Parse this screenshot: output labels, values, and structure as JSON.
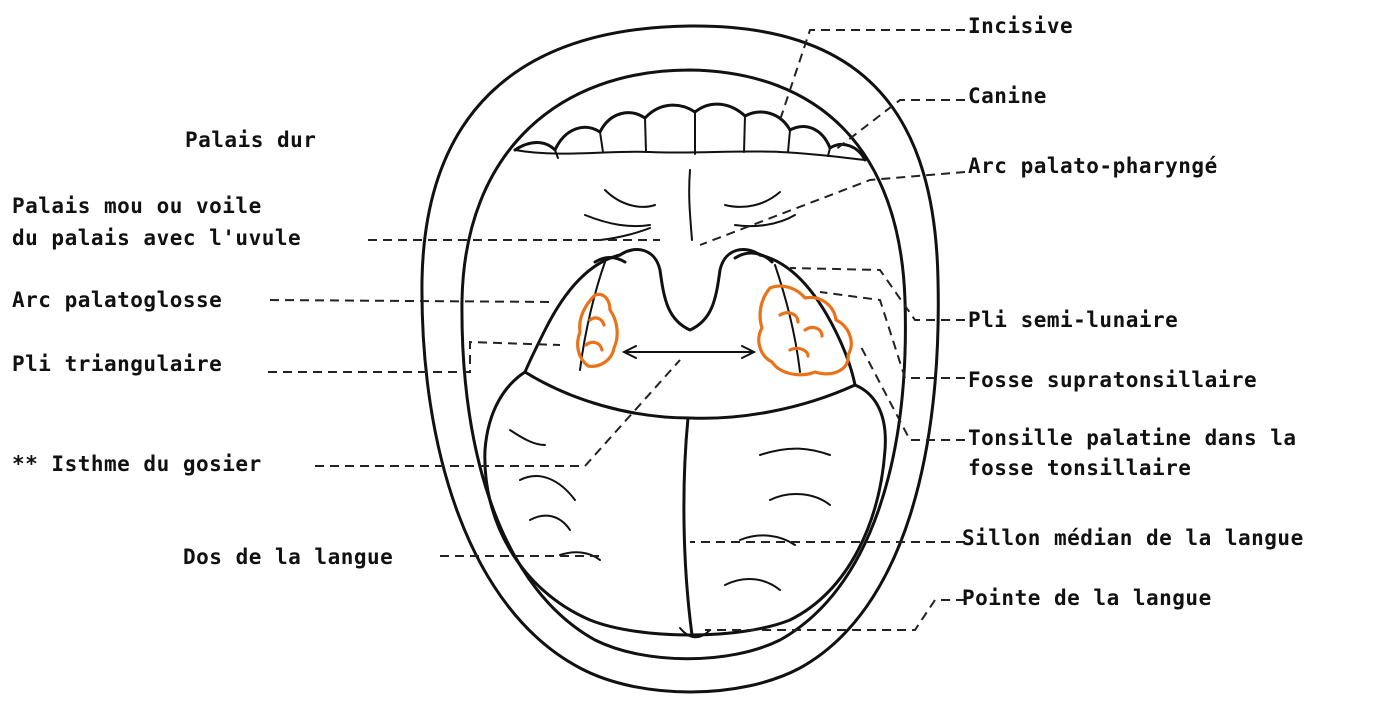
{
  "colors": {
    "ink": "#111111",
    "tonsil": "#e8731a",
    "background": "#ffffff"
  },
  "labels": {
    "incisive": "Incisive",
    "canine": "Canine",
    "palais_dur": "Palais dur",
    "arc_palato_pharynge": "Arc palato-pharyngé",
    "palais_mou_1": "Palais mou ou voile",
    "palais_mou_2": "du palais avec l'uvule",
    "arc_palatoglosse": "Arc palatoglosse",
    "pli_semi_lunaire": "Pli semi-lunaire",
    "pli_triangulaire": "Pli triangulaire",
    "fosse_supratonsillaire": "Fosse supratonsillaire",
    "tonsille_1": "Tonsille palatine dans la",
    "tonsille_2": "fosse tonsillaire",
    "isthme": "** Isthme du gosier",
    "sillon": "Sillon médian de la langue",
    "dos": "Dos de la langue",
    "pointe": "Pointe de la langue"
  }
}
